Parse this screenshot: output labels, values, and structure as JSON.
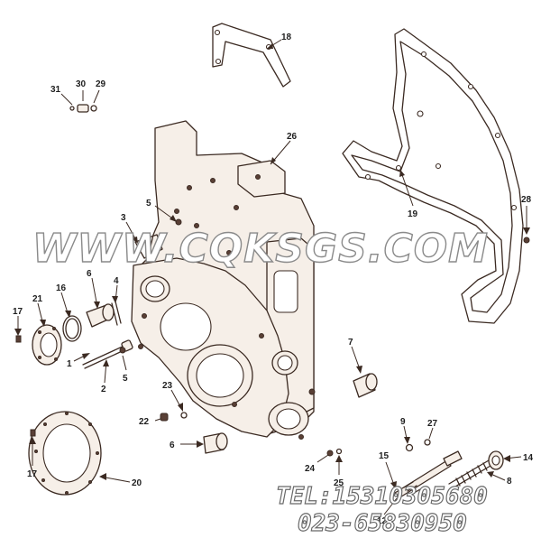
{
  "watermark": {
    "text": "WWW.CQKSGS.COM"
  },
  "contact": {
    "tel": "TEL:15310305680",
    "phone": "023-65830950"
  },
  "callouts": {
    "c1": "1",
    "c2": "2",
    "c3": "3",
    "c4": "4",
    "c5a": "5",
    "c5b": "5",
    "c6a": "6",
    "c6b": "6",
    "c7": "7",
    "c8": "8",
    "c9": "9",
    "c12": "12",
    "c14": "14",
    "c15": "15",
    "c16": "16",
    "c17a": "17",
    "c17b": "17",
    "c18": "18",
    "c19": "19",
    "c20": "20",
    "c21": "21",
    "c22": "22",
    "c23": "23",
    "c24": "24",
    "c25": "25",
    "c26": "26",
    "c27": "27",
    "c28": "28",
    "c29": "29",
    "c30": "30",
    "c31": "31"
  }
}
